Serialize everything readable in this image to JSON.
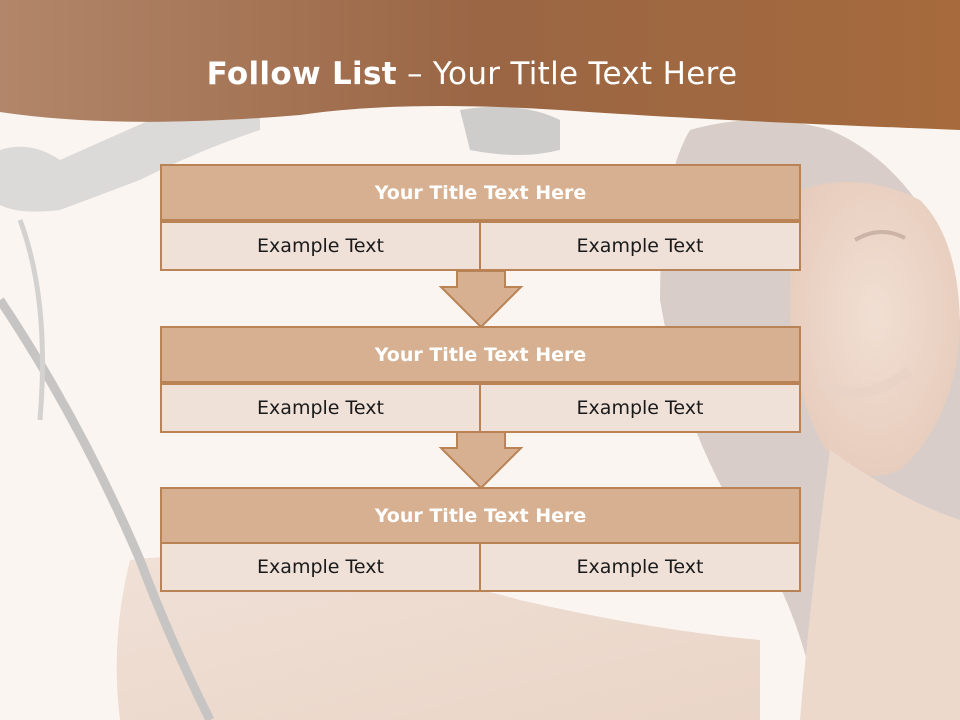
{
  "header": {
    "title_bold": "Follow List",
    "title_rest": " – Your Title Text Here"
  },
  "steps": [
    {
      "title": "Your Title Text Here",
      "left_text": "Example Text",
      "right_text": "Example Text"
    },
    {
      "title": "Your Title Text Here",
      "left_text": "Example Text",
      "right_text": "Example Text"
    },
    {
      "title": "Your Title Text Here",
      "left_text": "Example Text",
      "right_text": "Example Text"
    }
  ],
  "colors": {
    "header_band": "#a96d45",
    "box_fill": "#d6b090",
    "cell_fill": "#efe0d8",
    "border": "#b98355"
  }
}
